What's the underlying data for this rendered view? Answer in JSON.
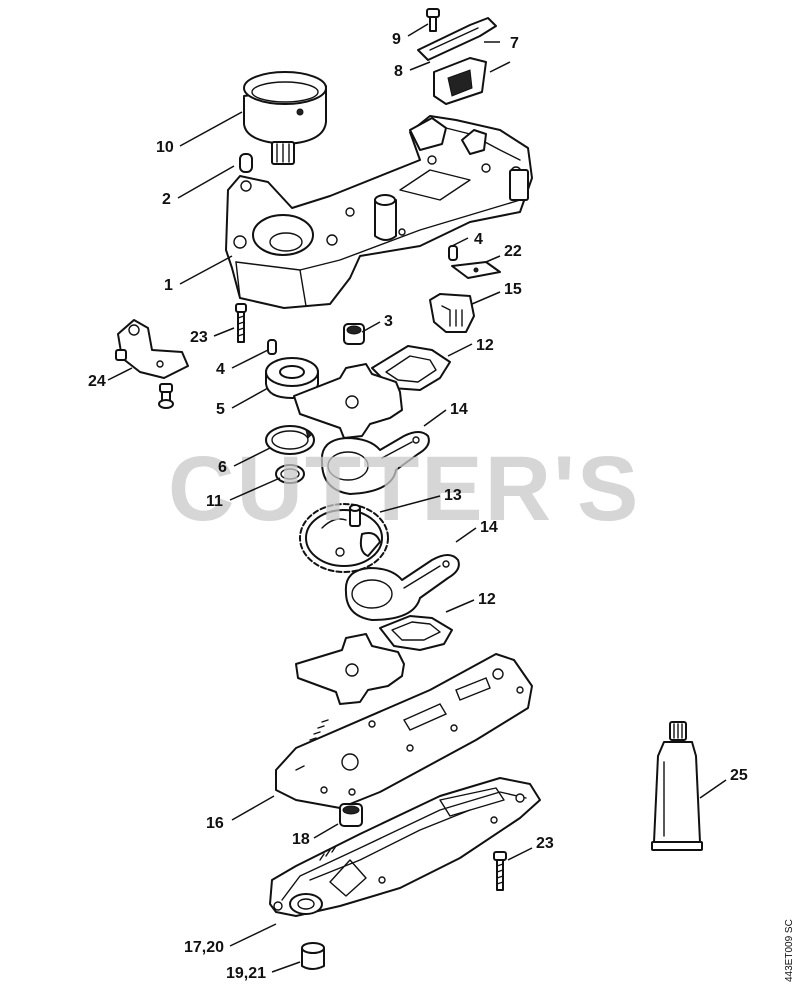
{
  "watermark": "CUTTER'S",
  "drawing_code": "443ET009 SC",
  "callouts": {
    "p9": "9",
    "p7": "7",
    "p8": "8",
    "p10": "10",
    "p2": "2",
    "p1": "1",
    "p4a": "4",
    "p22": "22",
    "p15": "15",
    "p23a": "23",
    "p3": "3",
    "p12a": "12",
    "p24": "24",
    "p4b": "4",
    "p5": "5",
    "p14a": "14",
    "p6": "6",
    "p11": "11",
    "p13": "13",
    "p14b": "14",
    "p12b": "12",
    "p25": "25",
    "p16": "16",
    "p18": "18",
    "p23b": "23",
    "p1720": "17,20",
    "p1921": "19,21"
  }
}
